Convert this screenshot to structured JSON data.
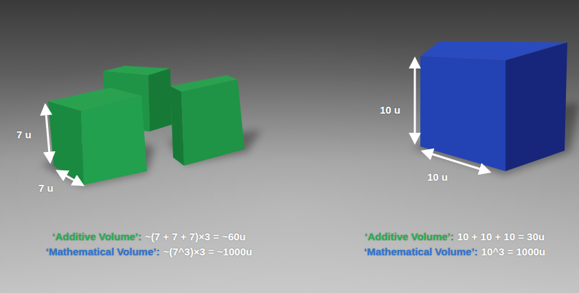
{
  "diagram": {
    "labels": [
      "7 u",
      "7 u",
      "‘Additive Volume’:",
      "~(7 + 7 + 7)×3 = ~60u",
      "‘Mathematical Volume’:",
      "~(7^3)×3 = ~1000u",
      "10 u",
      "10 u",
      "‘Additive Volume’:",
      "10 + 10 + 10 = 30u",
      "‘Mathematical Volume’:",
      "10^3 = 1000u"
    ]
  }
}
